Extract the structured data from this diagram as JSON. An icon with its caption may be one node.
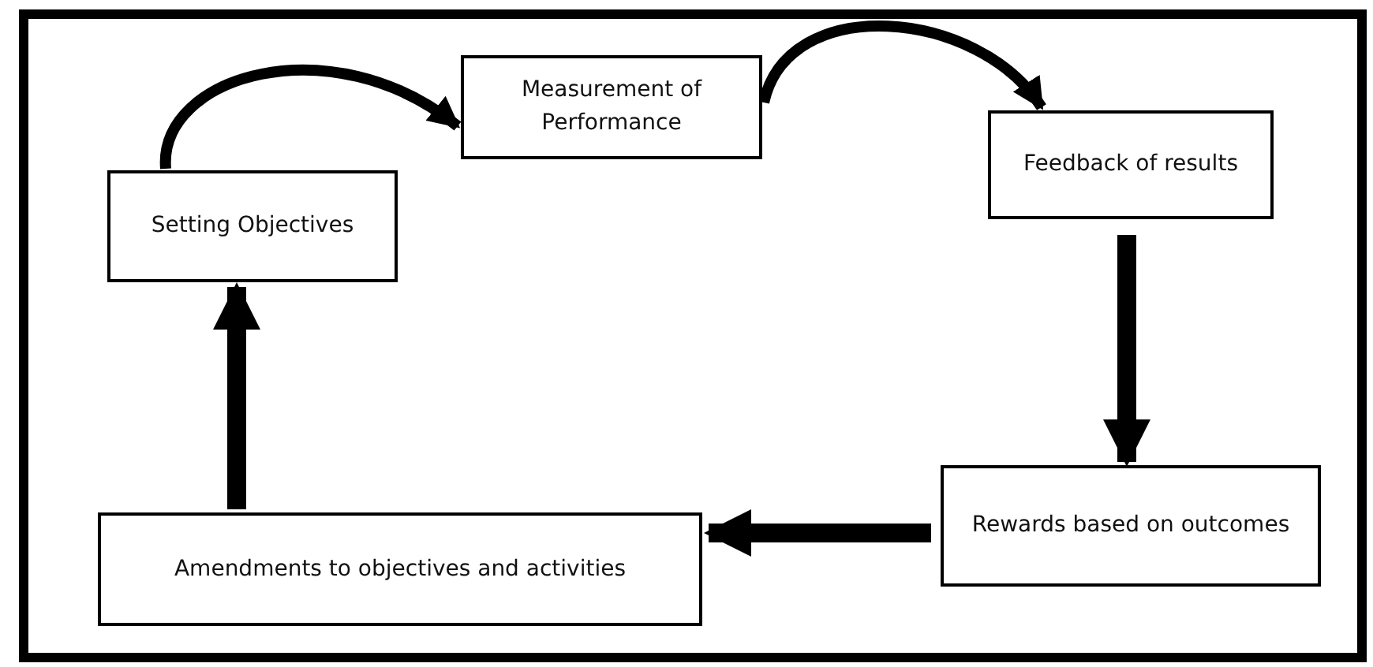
{
  "diagram": {
    "nodes": [
      {
        "text": [
          "Setting Objectives"
        ]
      },
      {
        "text": [
          "Measurement of Performance"
        ]
      },
      {
        "text": [
          "Feedback of results"
        ]
      },
      {
        "text": [
          "Rewards based on outcomes"
        ]
      },
      {
        "text": [
          "Amendments to objectives and activities"
        ]
      }
    ],
    "edges": [
      {
        "from": 0,
        "to": 1,
        "arrow": "to"
      },
      {
        "from": 1,
        "to": 2,
        "arrow": "to"
      },
      {
        "from": 2,
        "to": 3,
        "arrow": "to"
      },
      {
        "from": 3,
        "to": 4,
        "arrow": "to"
      },
      {
        "from": 4,
        "to": 0,
        "arrow": "to"
      }
    ]
  }
}
